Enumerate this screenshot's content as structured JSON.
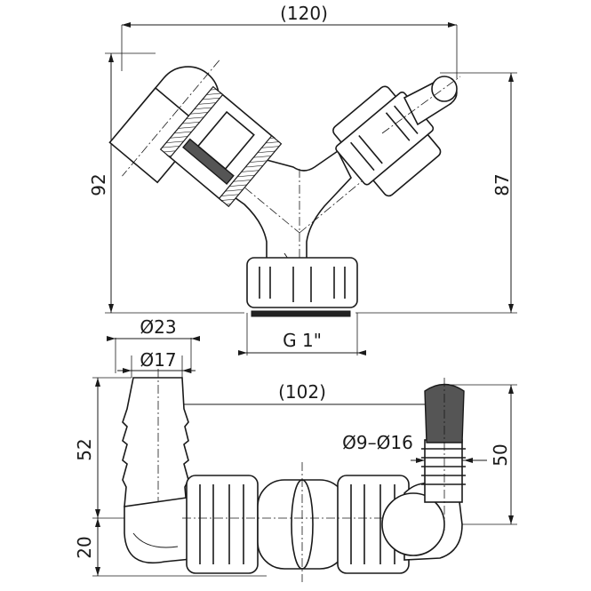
{
  "top_view": {
    "width_dim": "(120)",
    "left_height_dim": "92",
    "right_height_dim": "87",
    "thread_dim": "G 1\""
  },
  "bottom_view": {
    "outer_diameter_dim": "Ø23",
    "inner_diameter_dim": "Ø17",
    "spacing_dim": "(102)",
    "hose_range_dim": "Ø9–Ø16",
    "left_height_dim": "52",
    "base_height_dim": "20",
    "right_height_dim": "50"
  }
}
